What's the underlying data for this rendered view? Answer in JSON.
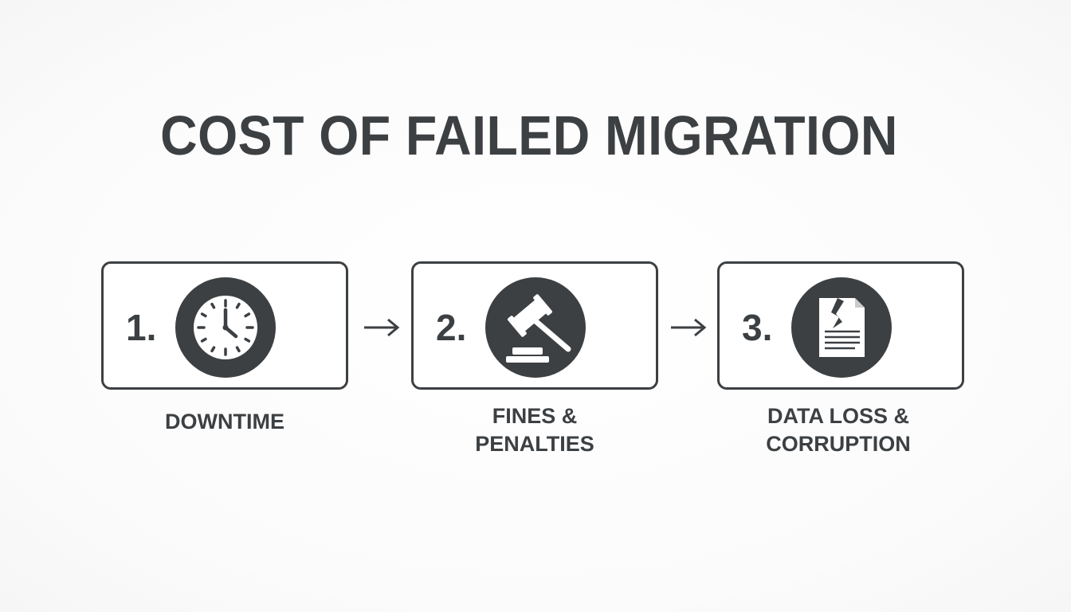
{
  "title": "COST OF FAILED MIGRATION",
  "steps": [
    {
      "number": "1.",
      "icon": "clock-icon",
      "caption_lines": [
        "DOWNTIME"
      ]
    },
    {
      "number": "2.",
      "icon": "gavel-icon",
      "caption_lines": [
        "FINES &",
        "PENALTIES"
      ]
    },
    {
      "number": "3.",
      "icon": "broken-document-icon",
      "caption_lines": [
        "DATA LOSS &",
        "CORRUPTION"
      ]
    }
  ],
  "colors": {
    "ink": "#3d4043",
    "background": "#fdfdfd",
    "icon_fill": "#ffffff"
  }
}
